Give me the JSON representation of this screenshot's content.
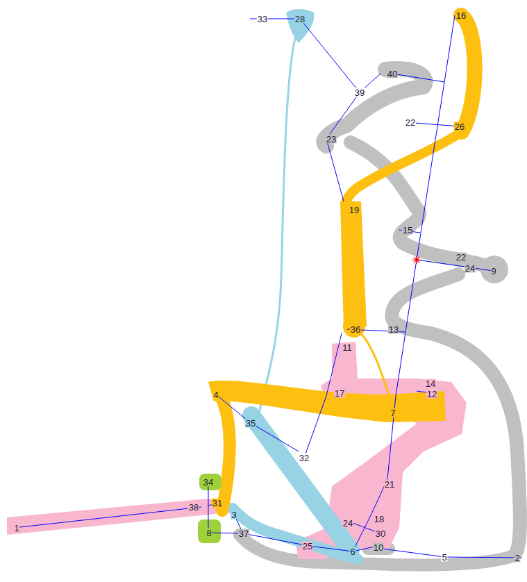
{
  "diagram": {
    "labels": [
      "33",
      "28",
      "16",
      "40",
      "39",
      "22",
      "26",
      "23",
      "19",
      "15",
      "22",
      "24",
      "9",
      "36",
      "13",
      "11",
      "14",
      "12",
      "17",
      "4",
      "7",
      "35",
      "32",
      "21",
      "34",
      "38",
      "31",
      "1",
      "3",
      "24",
      "18",
      "30",
      "8",
      "37",
      "25",
      "6",
      "10",
      "5",
      "2"
    ]
  }
}
